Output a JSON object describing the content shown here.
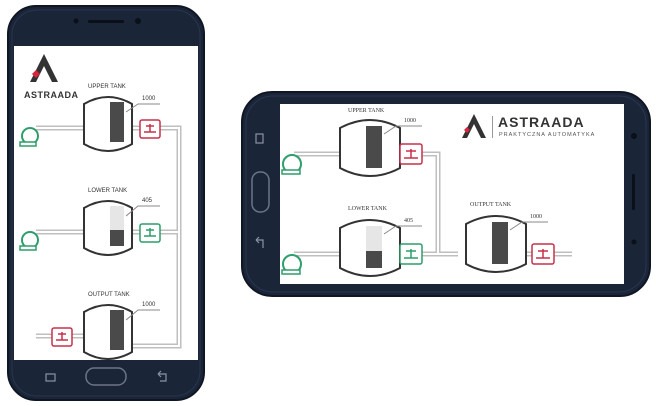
{
  "brand": {
    "name": "ASTRAADA",
    "tagline": "PRAKTYCZNA AUTOMATYKA",
    "accent": "#d8233a",
    "dark": "#333333"
  },
  "portrait": {
    "tanks": [
      {
        "label": "UPPER TANK",
        "value": "1000",
        "level": 1.0
      },
      {
        "label": "LOWER TANK",
        "value": "405",
        "level": 0.4
      },
      {
        "label": "OUTPUT TANK",
        "value": "1000",
        "level": 1.0
      }
    ]
  },
  "landscape": {
    "tanks": [
      {
        "label": "UPPER TANK",
        "value": "1000",
        "level": 1.0
      },
      {
        "label": "LOWER TANK",
        "value": "405",
        "level": 0.4
      },
      {
        "label": "OUTPUT TANK",
        "value": "1000",
        "level": 1.0
      }
    ]
  },
  "colors": {
    "pump": "#2e9e6a",
    "valve_open": "#2e9e6a",
    "valve_closed": "#c8304a",
    "phone_body": "#1b2538",
    "tank_fill": "#4a4a4a",
    "tank_empty": "#e6e6e6"
  },
  "icons": [
    "pump-icon",
    "valve-icon",
    "home-button-icon",
    "back-icon",
    "recent-apps-icon"
  ]
}
